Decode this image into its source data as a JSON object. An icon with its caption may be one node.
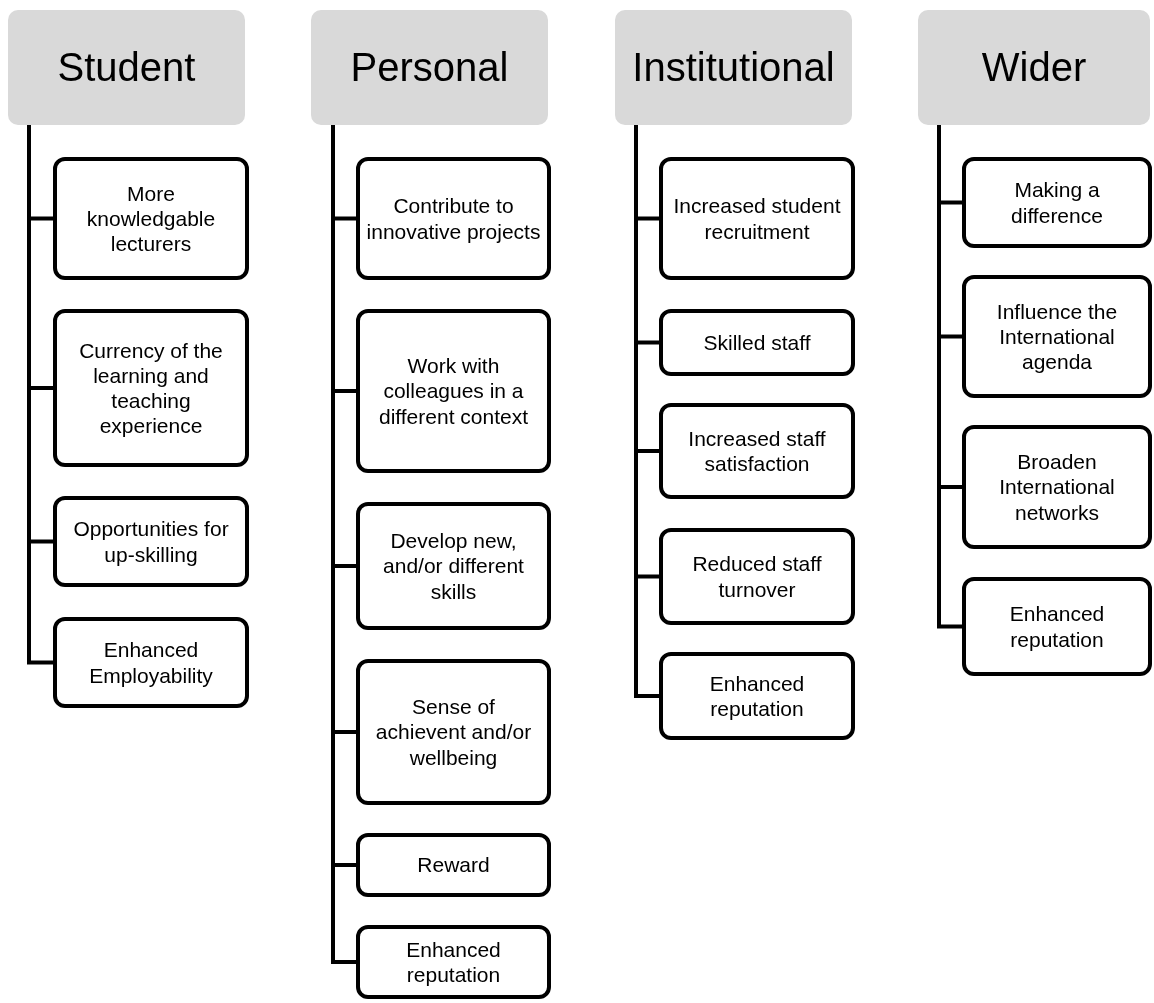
{
  "diagram": {
    "nodes": [
      {
        "text": [
          "Student"
        ]
      },
      {
        "text": [
          "More knowledgable lecturers"
        ]
      },
      {
        "text": [
          "Currency of the learning and teaching experience"
        ]
      },
      {
        "text": [
          "Opportunities for up-skilling"
        ]
      },
      {
        "text": [
          "Enhanced Employability"
        ]
      },
      {
        "text": [
          "Personal"
        ]
      },
      {
        "text": [
          "Contribute to innovative projects"
        ]
      },
      {
        "text": [
          "Work with colleagues in a different context"
        ]
      },
      {
        "text": [
          "Develop new, and/or different skills"
        ]
      },
      {
        "text": [
          "Sense of achievent and/or wellbeing"
        ]
      },
      {
        "text": [
          "Reward"
        ]
      },
      {
        "text": [
          "Enhanced reputation"
        ]
      },
      {
        "text": [
          "Institutional"
        ]
      },
      {
        "text": [
          "Increased student recruitment"
        ]
      },
      {
        "text": [
          "Skilled staff"
        ]
      },
      {
        "text": [
          "Increased staff satisfaction"
        ]
      },
      {
        "text": [
          "Reduced staff turnover"
        ]
      },
      {
        "text": [
          "Enhanced reputation"
        ]
      },
      {
        "text": [
          "Wider"
        ]
      },
      {
        "text": [
          "Making a difference"
        ]
      },
      {
        "text": [
          "Influence the International agenda"
        ]
      },
      {
        "text": [
          "Broaden International networks"
        ]
      },
      {
        "text": [
          "Enhanced reputation"
        ]
      }
    ],
    "edges": [
      {
        "from": 0,
        "to": 1,
        "arrow": "none"
      },
      {
        "from": 0,
        "to": 2,
        "arrow": "none"
      },
      {
        "from": 0,
        "to": 3,
        "arrow": "none"
      },
      {
        "from": 0,
        "to": 4,
        "arrow": "none"
      },
      {
        "from": 5,
        "to": 6,
        "arrow": "none"
      },
      {
        "from": 5,
        "to": 7,
        "arrow": "none"
      },
      {
        "from": 5,
        "to": 8,
        "arrow": "none"
      },
      {
        "from": 5,
        "to": 9,
        "arrow": "none"
      },
      {
        "from": 5,
        "to": 10,
        "arrow": "none"
      },
      {
        "from": 5,
        "to": 11,
        "arrow": "none"
      },
      {
        "from": 12,
        "to": 13,
        "arrow": "none"
      },
      {
        "from": 12,
        "to": 14,
        "arrow": "none"
      },
      {
        "from": 12,
        "to": 15,
        "arrow": "none"
      },
      {
        "from": 12,
        "to": 16,
        "arrow": "none"
      },
      {
        "from": 12,
        "to": 17,
        "arrow": "none"
      },
      {
        "from": 18,
        "to": 19,
        "arrow": "none"
      },
      {
        "from": 18,
        "to": 20,
        "arrow": "none"
      },
      {
        "from": 18,
        "to": 21,
        "arrow": "none"
      },
      {
        "from": 18,
        "to": 22,
        "arrow": "none"
      }
    ]
  }
}
